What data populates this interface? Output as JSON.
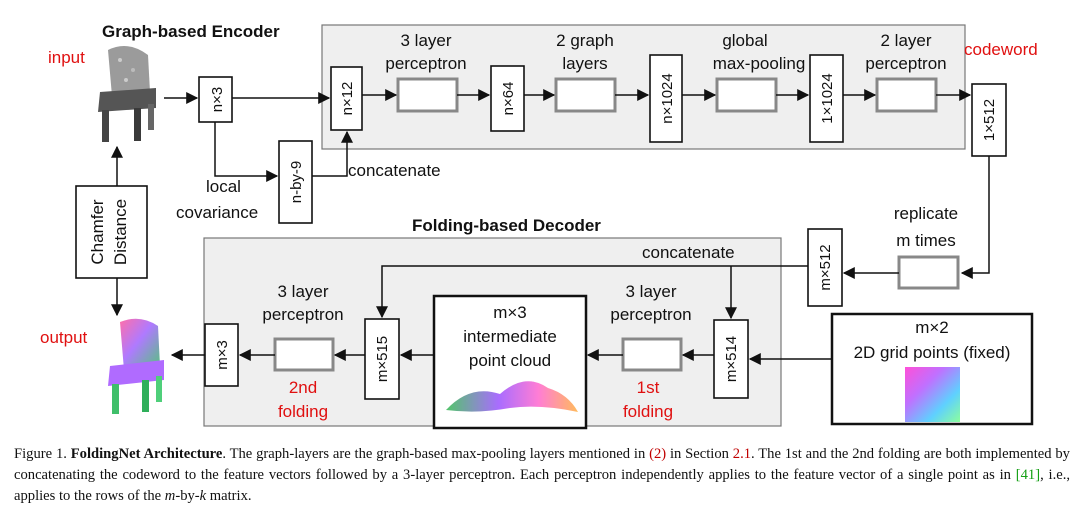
{
  "encoder": {
    "title": "Graph-based Encoder",
    "input_label": "input",
    "codeword_label": "codeword",
    "dims": [
      "n×3",
      "n×12",
      "n×64",
      "n×1024",
      "1×1024",
      "1×512",
      "n-by-9"
    ],
    "layer_labels": {
      "perceptron3": [
        "3 layer",
        "perceptron"
      ],
      "graph2": [
        "2 graph",
        "layers"
      ],
      "maxpool": [
        "global",
        "max-pooling"
      ],
      "perceptron2": [
        "2 layer",
        "perceptron"
      ]
    },
    "local_cov": [
      "local",
      "covariance"
    ],
    "concat": "concatenate"
  },
  "decoder": {
    "title": "Folding-based Decoder",
    "replicate": [
      "replicate",
      "m times"
    ],
    "concat": "concatenate",
    "dims": [
      "m×512",
      "m×514",
      "m×515",
      "m×3"
    ],
    "perceptron_a": [
      "3 layer",
      "perceptron"
    ],
    "perceptron_b": [
      "3 layer",
      "perceptron"
    ],
    "first_folding": [
      "1st",
      "folding"
    ],
    "second_folding": [
      "2nd",
      "folding"
    ],
    "intermediate": [
      "m×3",
      "intermediate",
      "point cloud"
    ],
    "grid": [
      "m×2",
      "2D grid points (fixed)"
    ],
    "output_label": "output"
  },
  "chamfer": [
    "Chamfer",
    "Distance"
  ],
  "colors": {
    "accent_red": "#e01010",
    "panel_fill": "#efefef",
    "folding_label": "#e01010",
    "ref_red": "#c00000",
    "ref_green": "#15a015"
  },
  "caption": {
    "fig": "Figure 1. ",
    "title": "FoldingNet Architecture",
    "p1": ". The graph-layers are the graph-based max-pooling layers mentioned in ",
    "ref1": "(2)",
    "p2": " in Section ",
    "ref2": "2.1",
    "p3": ". The 1st and the 2nd folding are both implemented by concatenating the codeword to the feature vectors followed by a 3-layer perceptron. Each perceptron independently applies to the feature vector of a single point as in ",
    "ref3": "[41]",
    "p4": ", i.e., applies to the rows of the ",
    "m": "m",
    "p5": "-by-",
    "k": "k",
    "p6": " matrix."
  }
}
